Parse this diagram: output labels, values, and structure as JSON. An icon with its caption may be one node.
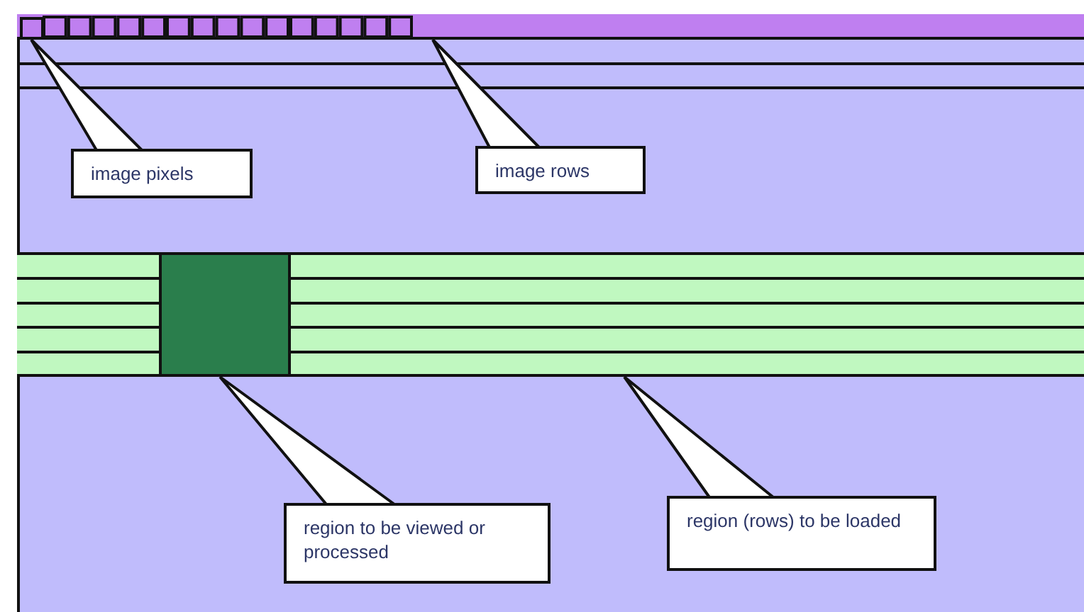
{
  "diagram": {
    "nodes": [
      {
        "text": [],
        "shape": "bar"
      },
      {
        "text": [],
        "shape": "box",
        "in": 0
      },
      {
        "text": [
          "image pixels"
        ]
      },
      {
        "text": [
          "image rows"
        ]
      },
      {
        "text": [],
        "shape": "bar"
      },
      {
        "text": [],
        "shape": "box",
        "in": 4
      },
      {
        "text": [
          "region to be viewed or processed"
        ]
      },
      {
        "text": [
          "region (rows) to be loaded"
        ]
      }
    ],
    "edges": [
      {
        "from": 2,
        "to": 1,
        "arrow": "none"
      },
      {
        "from": 3,
        "to": 0,
        "arrow": "none"
      },
      {
        "from": 6,
        "to": 5,
        "arrow": "none"
      },
      {
        "from": 7,
        "to": 4,
        "arrow": "none"
      }
    ]
  }
}
